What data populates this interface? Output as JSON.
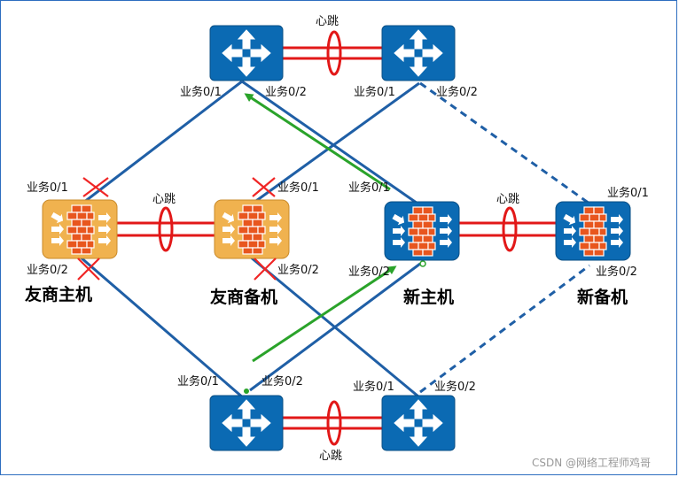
{
  "colors": {
    "link_blue": "#1f5fa6",
    "router_fill": "#0b6ab3",
    "fw_new_fill": "#0b6ab3",
    "fw_old_fill": "#f0b24f",
    "brick": "#e8561e",
    "heartbeat_red": "#e21818",
    "arrow_green": "#2aa32a",
    "cross_red": "#f02525"
  },
  "labels": {
    "heartbeat": "心跳",
    "port1": "业务0/1",
    "port2": "业务0/2"
  },
  "devices": {
    "router_top_left": {
      "icon": "router-icon"
    },
    "router_top_right": {
      "icon": "router-icon"
    },
    "router_bottom_left": {
      "icon": "router-icon"
    },
    "router_bottom_right": {
      "icon": "router-icon"
    },
    "fw_old_master": {
      "name": "友商主机",
      "icon": "firewall-icon"
    },
    "fw_old_backup": {
      "name": "友商备机",
      "icon": "firewall-icon"
    },
    "fw_new_master": {
      "name": "新主机",
      "icon": "firewall-icon"
    },
    "fw_new_backup": {
      "name": "新备机",
      "icon": "firewall-icon"
    }
  },
  "watermark": "CSDN @网络工程师鸡哥"
}
